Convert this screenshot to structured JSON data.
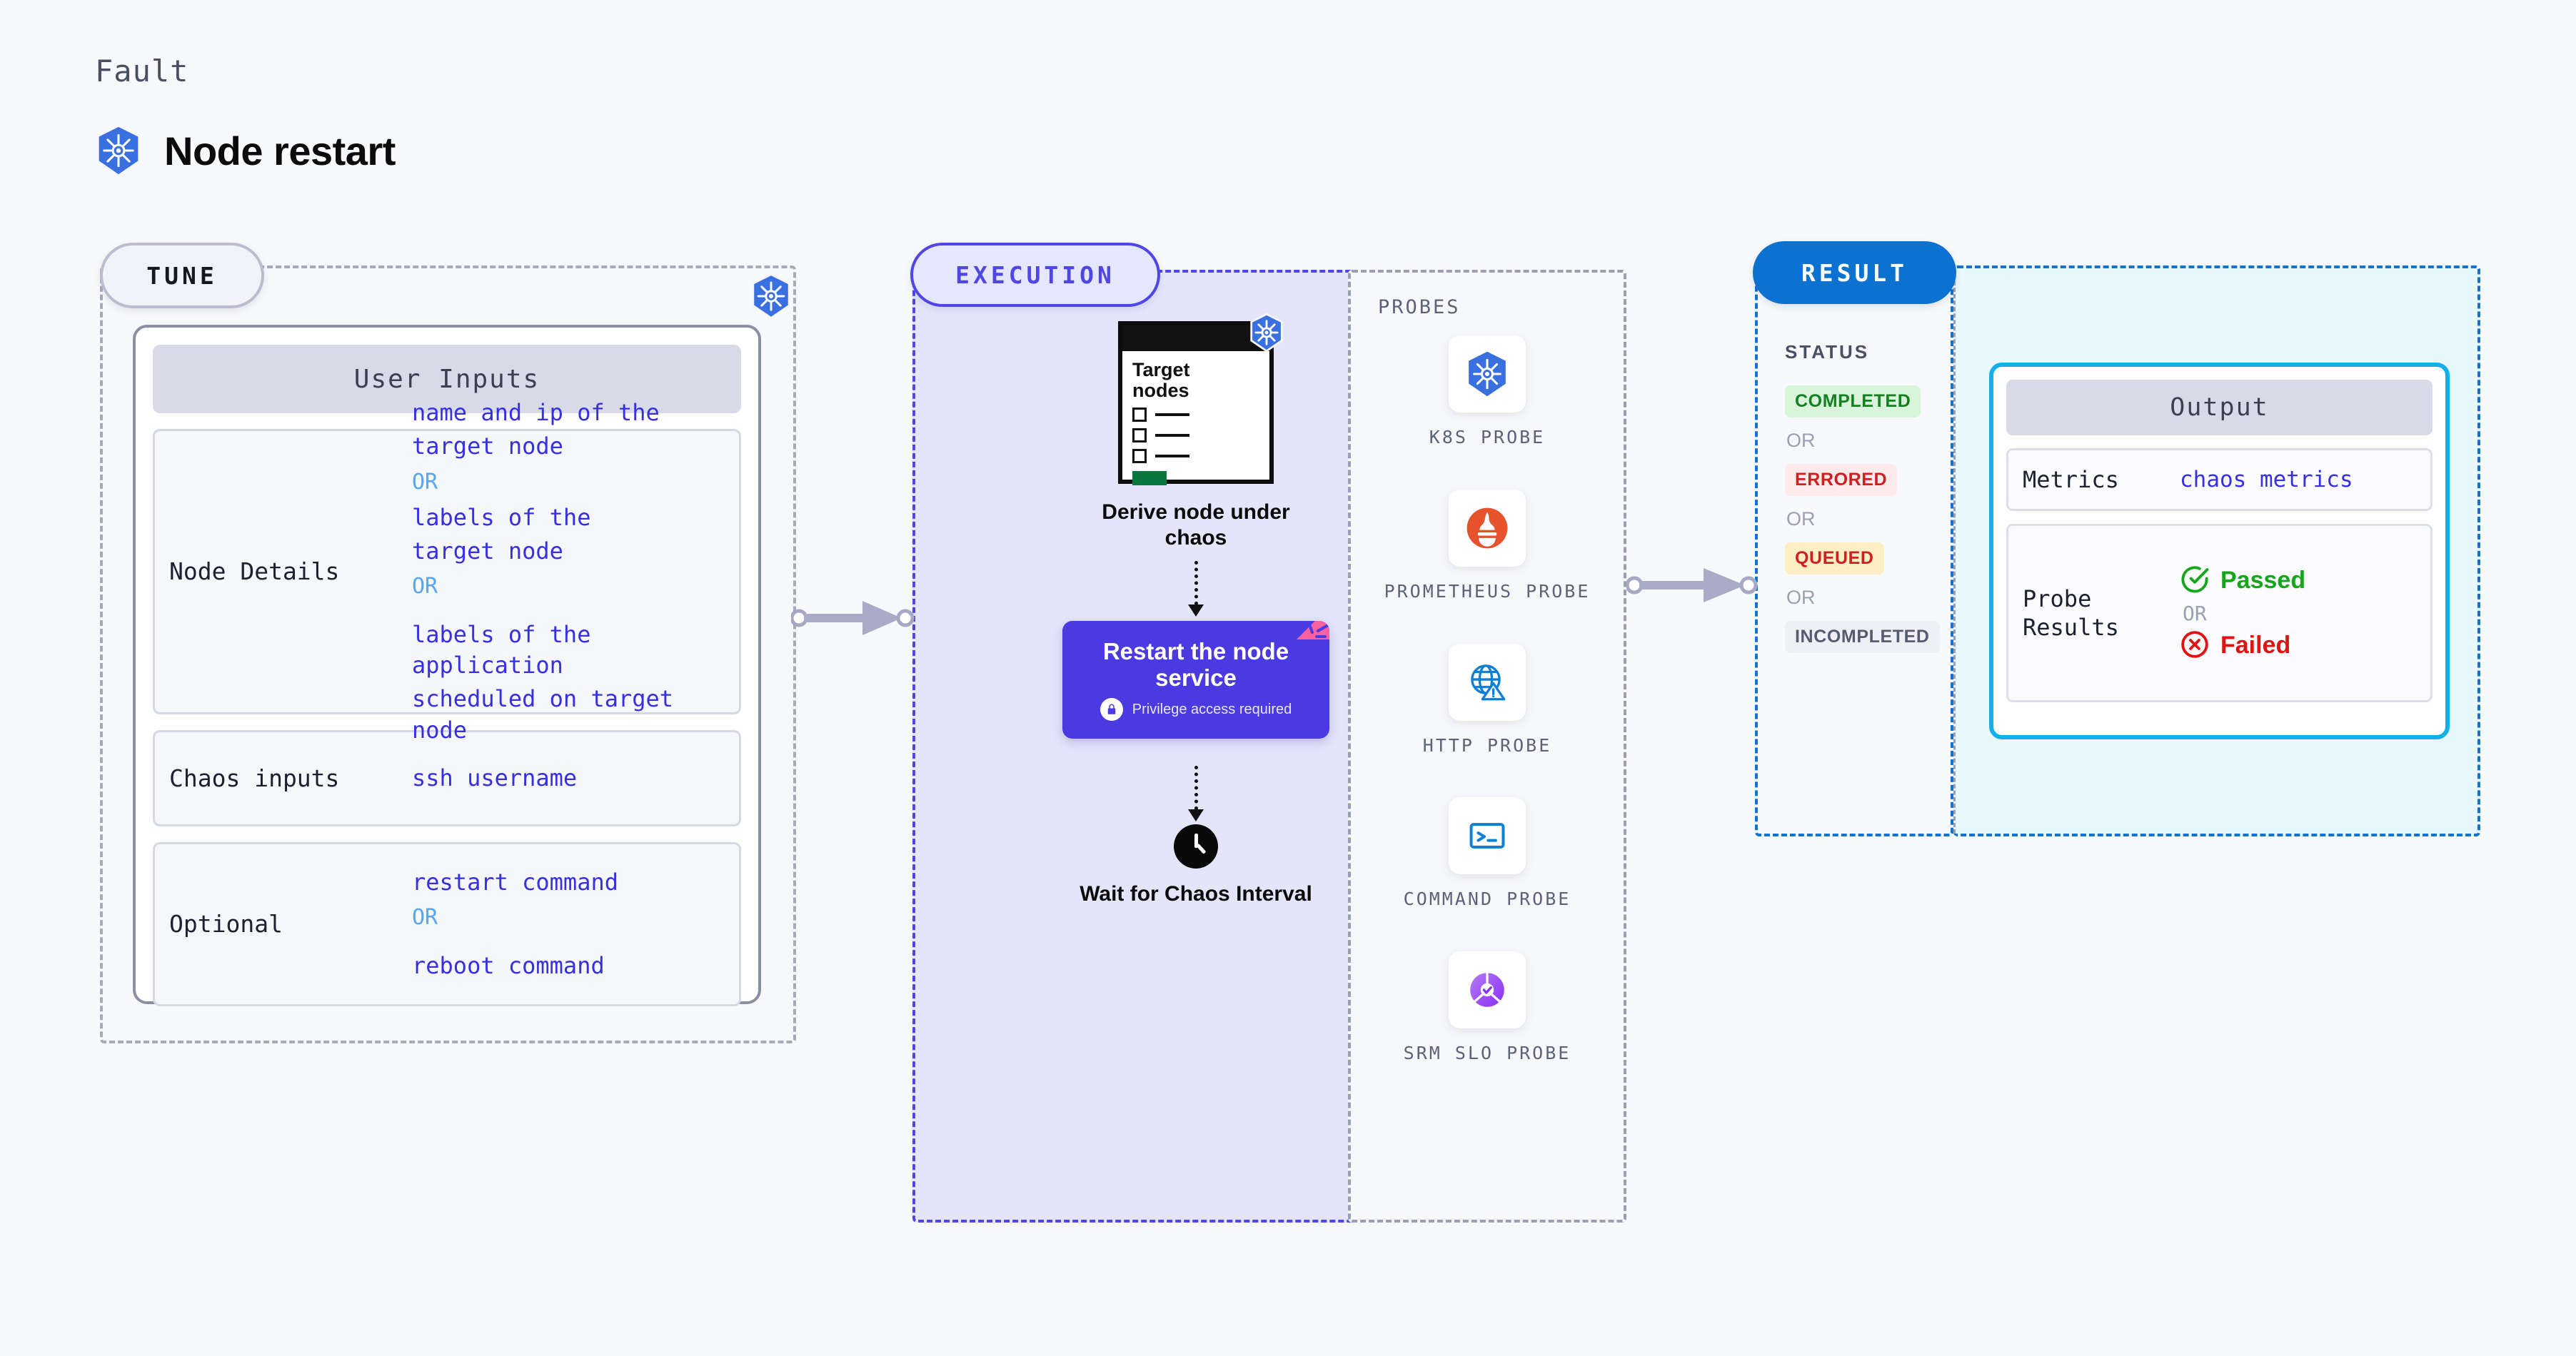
{
  "header": {
    "eyebrow": "Fault",
    "title": "Node restart",
    "icon": "kubernetes-icon"
  },
  "sections": {
    "tune": {
      "pill_label": "TUNE",
      "badge_icon": "kubernetes-icon"
    },
    "execution": {
      "pill_label": "EXECUTION"
    },
    "result": {
      "pill_label": "RESULT"
    }
  },
  "tune": {
    "card_title": "User Inputs",
    "rows": [
      {
        "label": "Node Details",
        "values": [
          {
            "kind": "value",
            "text": "name and ip of the"
          },
          {
            "kind": "value",
            "text": "target node"
          },
          {
            "kind": "or",
            "text": "OR"
          },
          {
            "kind": "value",
            "text": "labels of the"
          },
          {
            "kind": "value",
            "text": "target node"
          },
          {
            "kind": "or",
            "text": "OR"
          },
          {
            "kind": "value",
            "text": "labels of the application"
          },
          {
            "kind": "value",
            "text": " scheduled on target node"
          }
        ]
      },
      {
        "label": "Chaos inputs",
        "values": [
          {
            "kind": "value",
            "text": "ssh username"
          }
        ]
      },
      {
        "label": "Optional",
        "values": [
          {
            "kind": "value",
            "text": "restart command"
          },
          {
            "kind": "or",
            "text": "OR"
          },
          {
            "kind": "value",
            "text": "reboot command"
          }
        ]
      }
    ]
  },
  "execution": {
    "target_card": {
      "title_line1": "Target",
      "title_line2": "nodes",
      "badge_icon": "kubernetes-icon",
      "checkbox_count": 3
    },
    "steps": [
      {
        "caption": "Derive node under chaos"
      },
      {
        "caption": "Restart the node service",
        "privilege_note": "Privilege access required",
        "privilege_icon": "lock-icon",
        "ribbon_icon": "chaos-ribbon-icon"
      },
      {
        "caption": "Wait for Chaos Interval",
        "icon": "clock-icon"
      }
    ]
  },
  "probes": {
    "title": "PROBES",
    "items": [
      {
        "label": "K8S PROBE",
        "icon": "kubernetes-icon"
      },
      {
        "label": "PROMETHEUS PROBE",
        "icon": "prometheus-icon"
      },
      {
        "label": "HTTP PROBE",
        "icon": "http-globe-warning-icon"
      },
      {
        "label": "COMMAND PROBE",
        "icon": "terminal-icon"
      },
      {
        "label": "SRM SLO PROBE",
        "icon": "srm-slo-icon"
      }
    ]
  },
  "result": {
    "status_title": "STATUS",
    "statuses": [
      {
        "label": "COMPLETED",
        "style": "sb-completed"
      },
      {
        "label": "ERRORED",
        "style": "sb-errored"
      },
      {
        "label": "QUEUED",
        "style": "sb-queued"
      },
      {
        "label": "INCOMPLETED",
        "style": "sb-incomplete"
      }
    ],
    "or_label": "OR",
    "output": {
      "card_title": "Output",
      "metrics_label": "Metrics",
      "metrics_value": "chaos metrics",
      "probe_results_label": "Probe Results",
      "passed_label": "Passed",
      "failed_label": "Failed",
      "or_label": "OR",
      "passed_icon": "check-circle-icon",
      "failed_icon": "x-circle-icon"
    }
  },
  "colors": {
    "background": "#f8f9fc",
    "execution_accent": "#4f46e5",
    "result_accent": "#0b72d0",
    "output_border": "#12b0ea",
    "value_text": "#3730e0",
    "or_text": "#57a5f5",
    "pass_green": "#16a61c",
    "fail_red": "#e01212",
    "chaos_pink": "#fb61a0"
  }
}
